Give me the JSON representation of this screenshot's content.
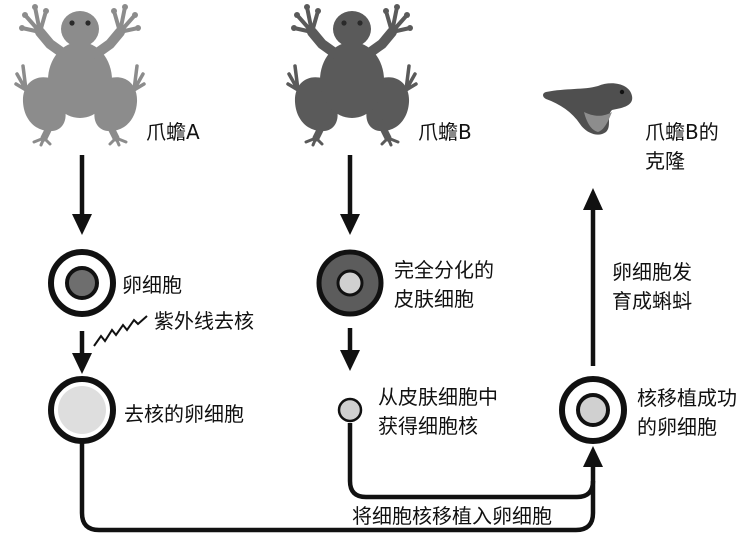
{
  "frogs": {
    "a": "爪蟾A",
    "b": "爪蟾B"
  },
  "clone": {
    "line1": "爪蟾B的",
    "line2": "克隆"
  },
  "cells": {
    "egg": "卵细胞",
    "skin": [
      "完全分化的",
      "皮肤细胞"
    ],
    "enucleated_egg": "去核的卵细胞",
    "donor_nucleus": [
      "从皮肤细胞中",
      "获得细胞核"
    ],
    "reconstructed_egg": [
      "核移植成功",
      "的卵细胞"
    ]
  },
  "steps": {
    "uv_enucleation": "紫外线去核",
    "development": [
      "卵细胞发",
      "育成蝌蚪"
    ],
    "nuclear_transfer": "将细胞核移植入卵细胞"
  },
  "colors": {
    "ink": "#111111",
    "frog_a": "#8c8c8c",
    "frog_b": "#5a5a5a",
    "tadpole": "#4f4f4f",
    "tadpole_belly": "#8d8d8d",
    "egg_nucleus": "#6e6e6e",
    "skin_cytoplasm": "#5c5c5c",
    "light_nucleus": "#d0d0d0",
    "enucleated_egg": "#dedede"
  }
}
